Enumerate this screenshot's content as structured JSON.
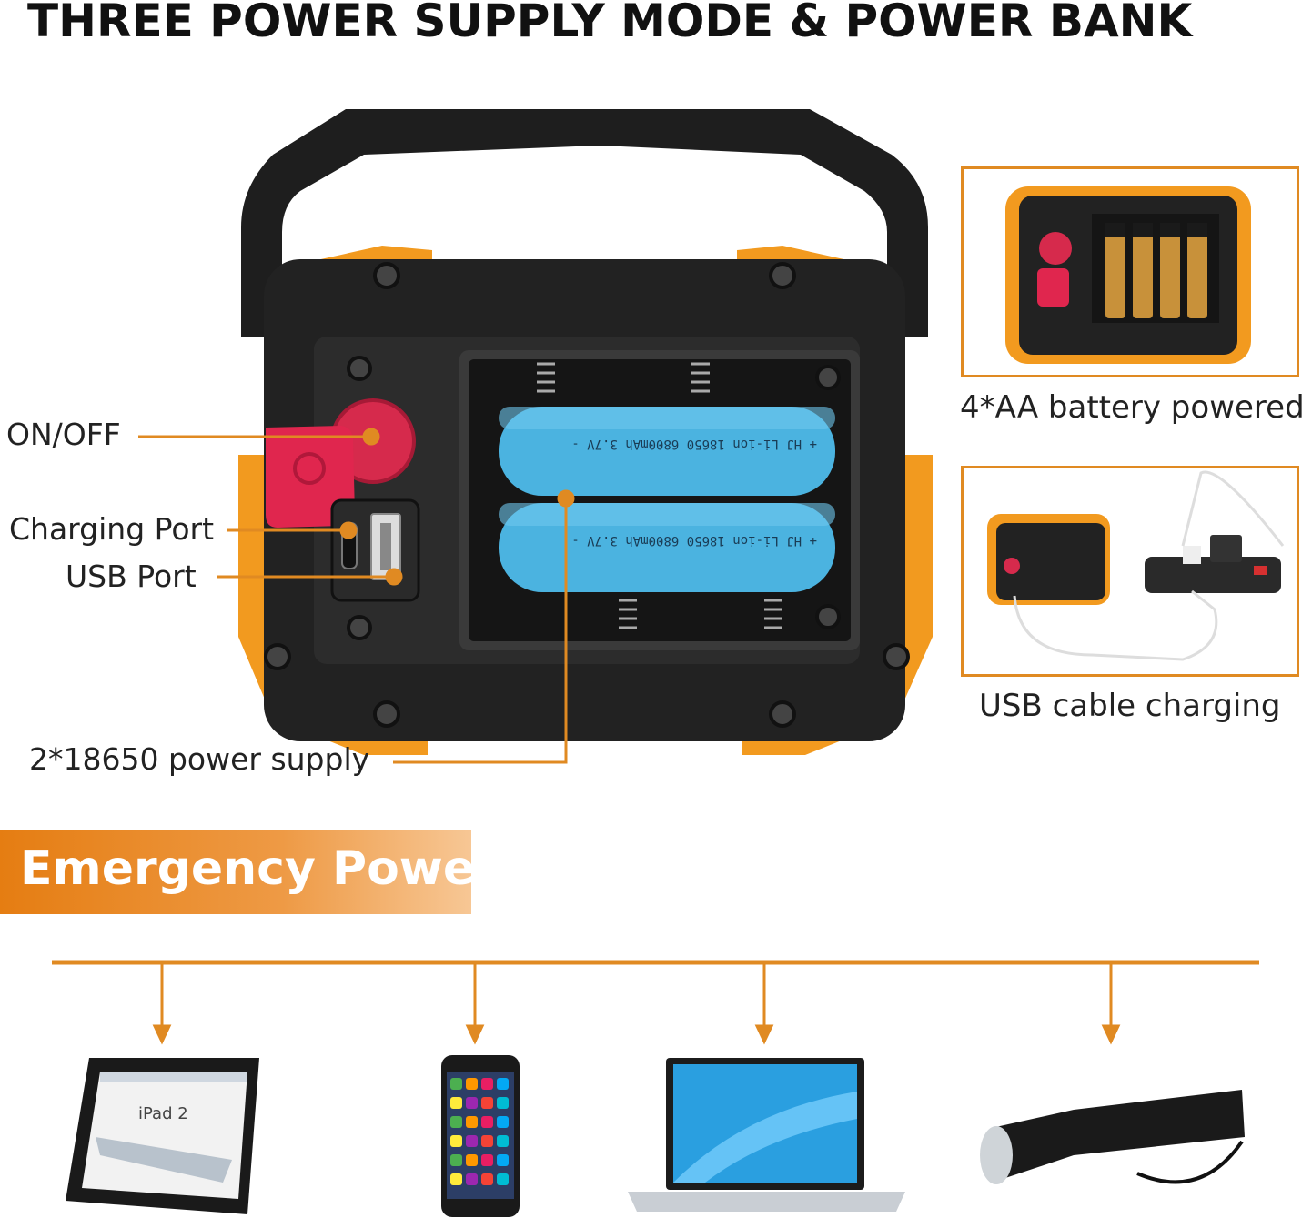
{
  "header": {
    "title": "THREE POWER SUPPLY MODE & POWER BANK"
  },
  "callouts": {
    "on_off": "ON/OFF",
    "charging_port": "Charging Port",
    "usb_port": "USB Port",
    "power_supply": "2*18650 power supply"
  },
  "battery_label": "+ HJ Li-ion 18650 6800mAh 3.7V -",
  "panels": {
    "aa": {
      "caption": "4*AA battery powered"
    },
    "usb": {
      "caption": "USB cable charging"
    }
  },
  "banner": {
    "label": "Emergency Power"
  },
  "devices": {
    "ipad_screen_text": "iPad 2"
  },
  "colors": {
    "accent": "#e08a22",
    "housing": "#1f1f1f",
    "orange": "#f29a1f",
    "battery": "#4bb3e0",
    "button": "#d62a4c"
  },
  "icons": [
    "tablet-icon",
    "smartphone-icon",
    "laptop-icon",
    "flashlight-icon"
  ]
}
